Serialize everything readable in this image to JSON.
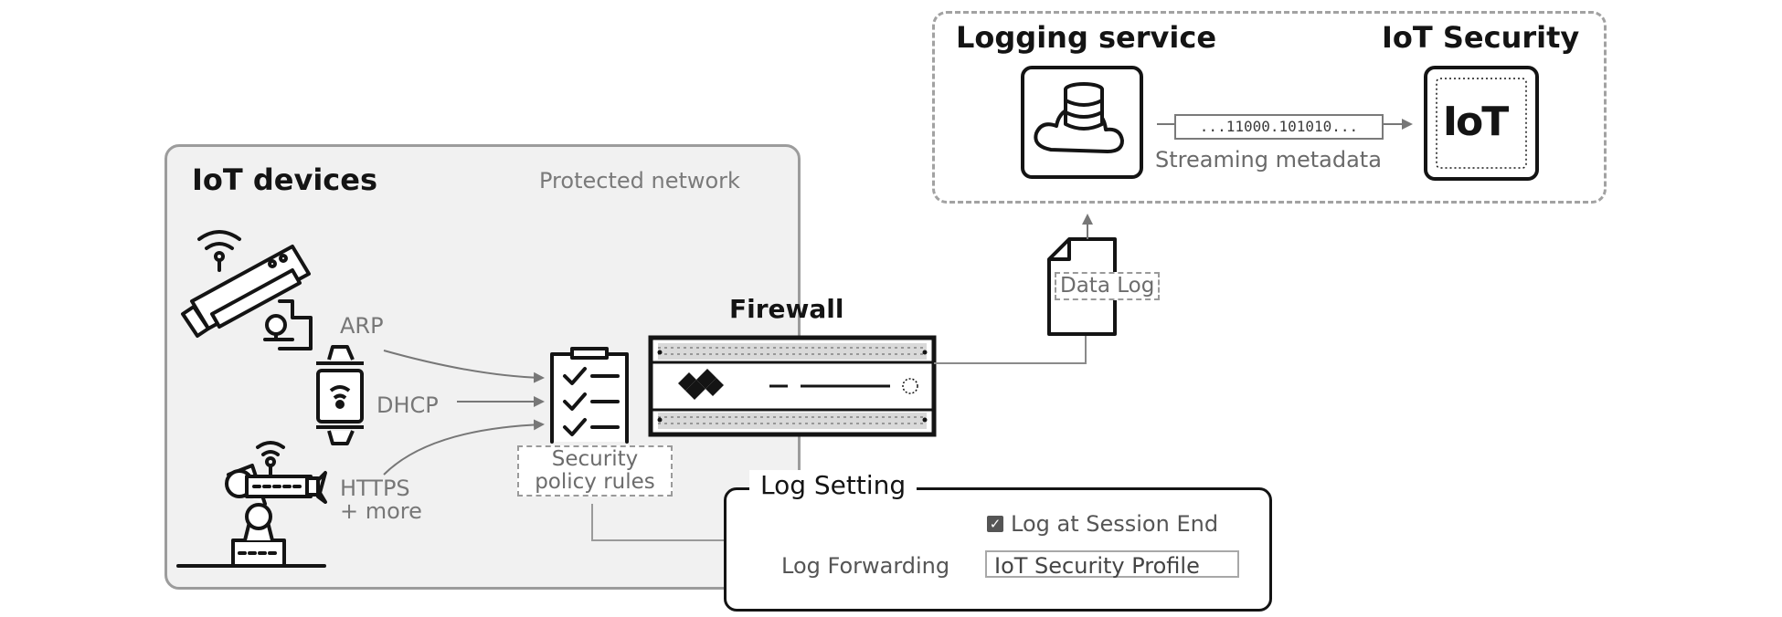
{
  "protected_network": {
    "title": "IoT devices",
    "subtitle": "Protected network"
  },
  "protocols": {
    "arp": "ARP",
    "dhcp": "DHCP",
    "https_line1": "HTTPS",
    "https_line2": "+ more"
  },
  "policy": {
    "line1": "Security",
    "line2": "policy rules"
  },
  "firewall": {
    "title": "Firewall"
  },
  "data_log": {
    "label": "Data Log"
  },
  "cloud": {
    "logging_title": "Logging service",
    "iot_title": "IoT Security",
    "bits": "...11000.101010...",
    "stream_label": "Streaming metadata",
    "iot_badge": "IoT"
  },
  "log_setting": {
    "title": "Log Setting",
    "checkbox_label": "Log at Session End",
    "checkbox_checked": true,
    "checkbox_mark": "✓",
    "forwarding_label": "Log Forwarding",
    "forwarding_value": "IoT Security Profile"
  },
  "colors": {
    "dark": "#141414",
    "connector": "#8a8a8a",
    "panel_fill": "#f1f1f1"
  }
}
